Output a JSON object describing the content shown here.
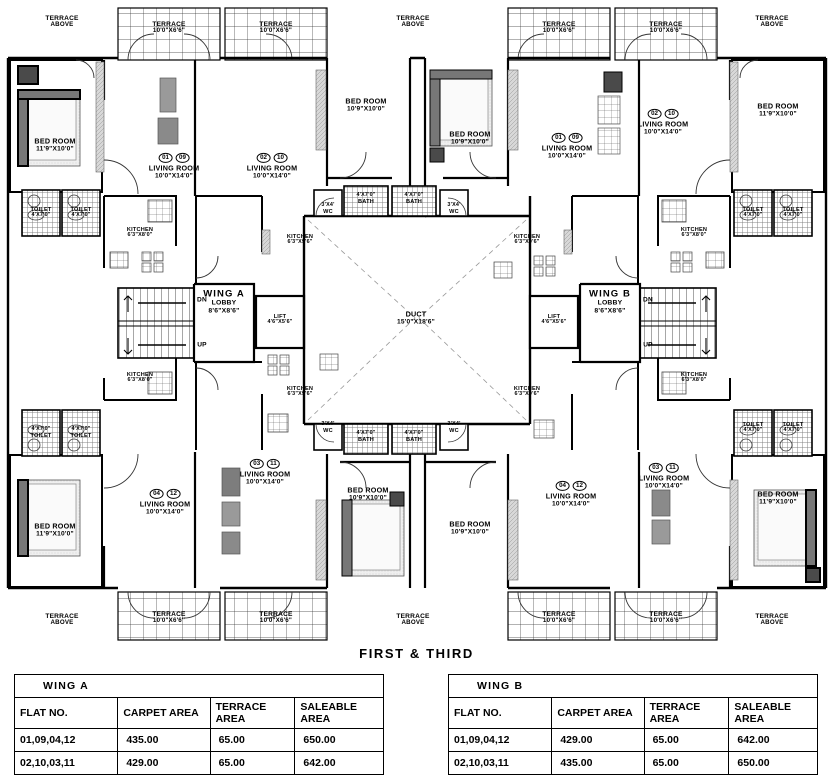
{
  "caption": "FIRST  &  THIRD",
  "plan": {
    "terrace_above": "TERRACE\nABOVE",
    "labels": {
      "terrace": {
        "name": "TERRACE",
        "dim": "10'0\"X6'6\""
      },
      "terrace_above_n": "TERRACE",
      "terrace_above_d": "ABOVE",
      "bedroom_side": {
        "name": "BED ROOM",
        "dim": "11'9\"X10'0\""
      },
      "bedroom_center": {
        "name": "BED ROOM",
        "dim": "10'9\"X10'0\""
      },
      "living": {
        "name": "LIVING ROOM",
        "dim": "10'0\"X14'0\""
      },
      "kitchen_outer": {
        "name": "KITCHEN",
        "dim": "6'3\"X8'0\""
      },
      "kitchen_inner": {
        "name": "KITCHEN",
        "dim": "6'3\"X9'6\""
      },
      "toilet": {
        "name": "TOILET",
        "dim": "4'X7'0\""
      },
      "bath": {
        "name": "BATH",
        "dim": "4'X7'0\""
      },
      "wc": {
        "name": "WC",
        "dim": "3'X4'"
      },
      "lift": {
        "name": "LIFT",
        "dim": "4'6\"X5'6\""
      },
      "duct": {
        "name": "DUCT",
        "dim": "15'0\"X18'6\""
      },
      "lobby": {
        "name": "LOBBY",
        "dim": "8'6\"X8'6\""
      },
      "wing_a": "WING A",
      "wing_b": "WING B",
      "stair_dn": "DN",
      "stair_up": "UP"
    },
    "flat_badges": {
      "tl": [
        "01",
        "09"
      ],
      "tr_inner": [
        "02",
        "10"
      ],
      "bl": [
        "04",
        "12"
      ],
      "br_inner": [
        "03",
        "11"
      ],
      "wb_left": [
        "01",
        "09"
      ],
      "wb_right": [
        "02",
        "10"
      ],
      "wb_bl": [
        "04",
        "12"
      ],
      "wb_br": [
        "03",
        "11"
      ]
    }
  },
  "tables": [
    {
      "id": "wing-a",
      "wing": "WING  A",
      "headers": [
        "FLAT  NO.",
        "CARPET  AREA",
        "TERRACE  AREA",
        "SALEABLE  AREA"
      ],
      "rows": [
        [
          "01,09,04,12",
          "435.00",
          "65.00",
          "650.00"
        ],
        [
          "02,10,03,11",
          "429.00",
          "65.00",
          "642.00"
        ]
      ]
    },
    {
      "id": "wing-b",
      "wing": "WING  B",
      "headers": [
        "FLAT  NO.",
        "CARPET  AREA",
        "TERRACE  AREA",
        "SALEABLE  AREA"
      ],
      "rows": [
        [
          "01,09,04,12",
          "429.00",
          "65.00",
          "642.00"
        ],
        [
          "02,10,03,11",
          "435.00",
          "65.00",
          "650.00"
        ]
      ]
    }
  ]
}
